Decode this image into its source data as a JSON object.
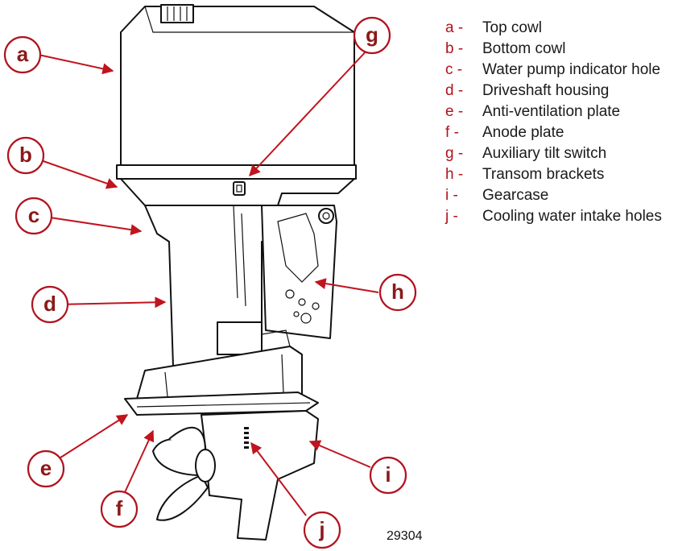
{
  "figure_number": "29304",
  "accent_color": "#b0131e",
  "callouts": [
    {
      "letter": "a",
      "description": "Top cowl"
    },
    {
      "letter": "b",
      "description": "Bottom cowl"
    },
    {
      "letter": "c",
      "description": "Water pump indicator hole"
    },
    {
      "letter": "d",
      "description": "Driveshaft housing"
    },
    {
      "letter": "e",
      "description": "Anti-ventilation plate"
    },
    {
      "letter": "f",
      "description": "Anode plate"
    },
    {
      "letter": "g",
      "description": "Auxiliary tilt switch"
    },
    {
      "letter": "h",
      "description": "Transom brackets"
    },
    {
      "letter": "i",
      "description": "Gearcase"
    },
    {
      "letter": "j",
      "description": "Cooling water intake holes"
    }
  ],
  "legend_separator": "-"
}
